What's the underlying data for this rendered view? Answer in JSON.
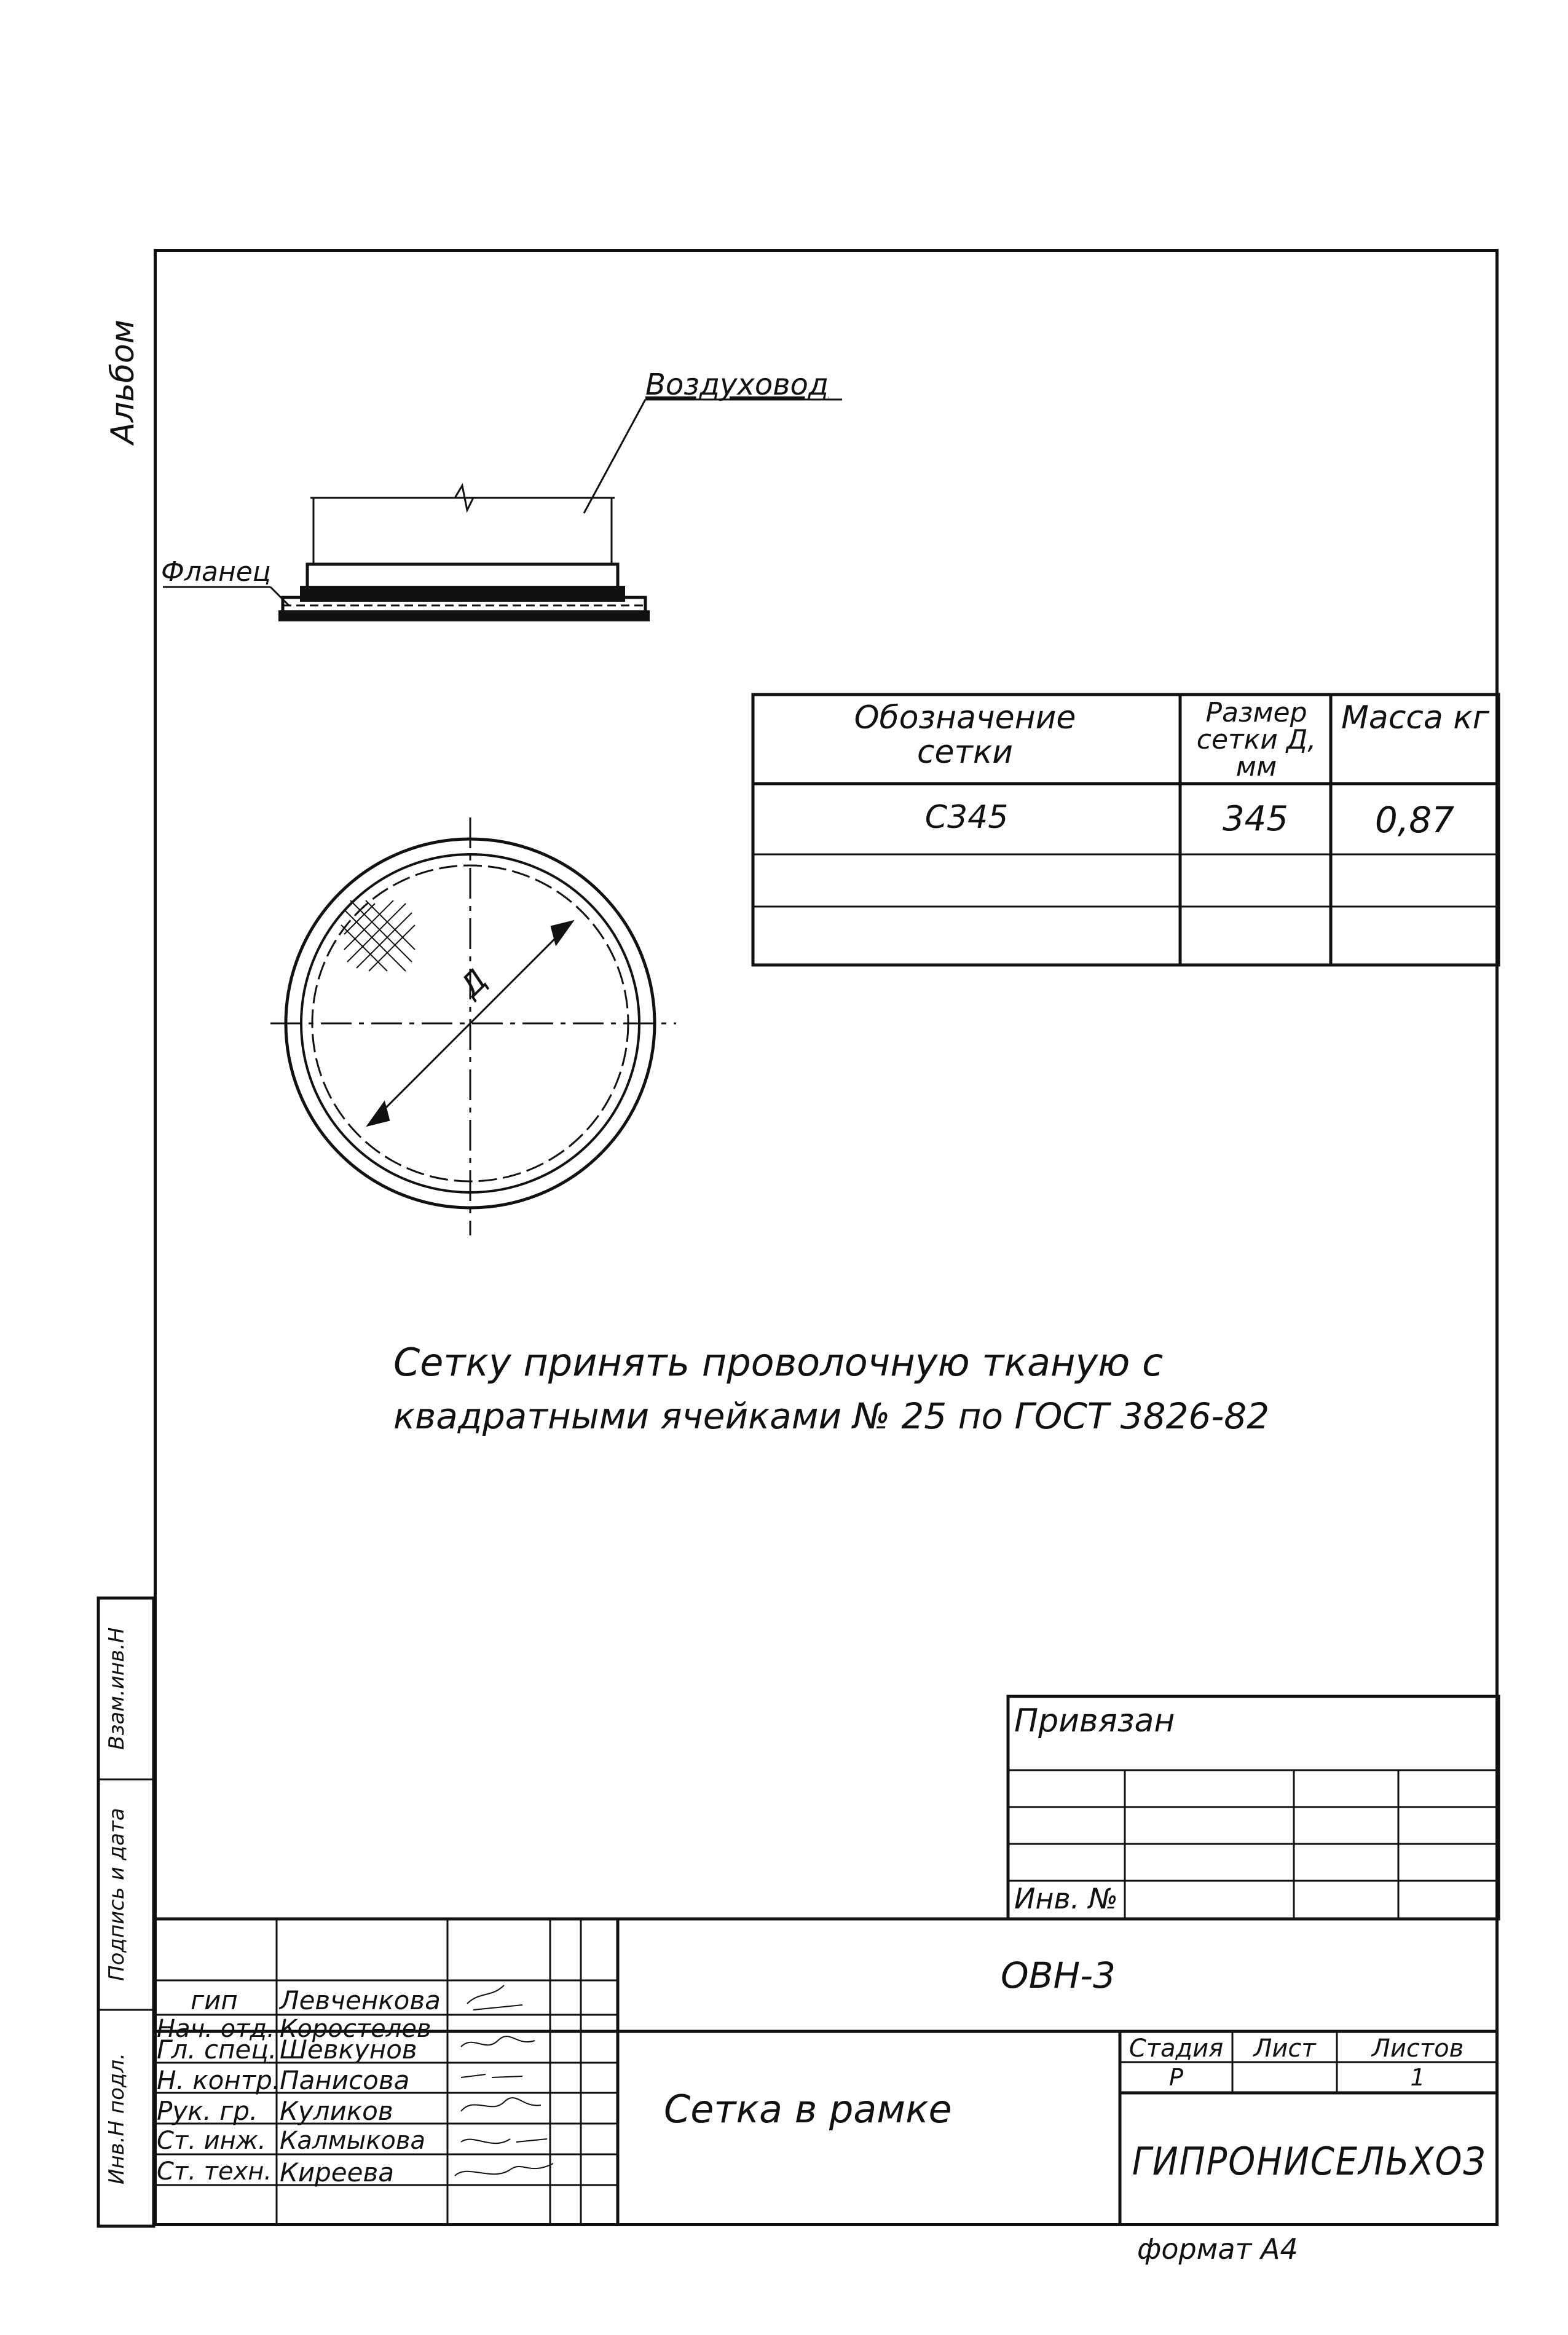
{
  "album_label": "Альбом",
  "drawing": {
    "duct_label": "Воздуховод",
    "flange_label": "Фланец",
    "diameter_mark": "Д"
  },
  "spec_table": {
    "headers": {
      "designation": "Обозначение сетки",
      "size": "Размер сетки Д, мм",
      "mass": "Масса кг"
    },
    "rows": [
      {
        "designation": "С345",
        "size": "345",
        "mass": "0,87"
      },
      {
        "designation": "",
        "size": "",
        "mass": ""
      },
      {
        "designation": "",
        "size": "",
        "mass": ""
      }
    ]
  },
  "note": {
    "line1": "Сетку принять проволочную тканую с",
    "line2": "квадратными ячейками № 25 по ГОСТ 3826-82"
  },
  "privyazan": {
    "title": "Привязан",
    "inv": "Инв. №"
  },
  "left_strip": {
    "vzam": "Взам.инв.Н",
    "podpis": "Подпись и дата",
    "inv_podl": "Инв.Н подл."
  },
  "stamp": {
    "doc_code": "ОВН-3",
    "title": "Сетка в рамке",
    "stage_label": "Стадия",
    "sheet_label": "Лист",
    "sheets_label": "Листов",
    "stage": "Р",
    "sheet": "",
    "sheets": "1",
    "org": "ГИПРОНИСЕЛЬХОЗ",
    "format": "формат А4",
    "people": [
      {
        "role": "гип",
        "name": "Левченкова"
      },
      {
        "role": "Нач. отд.",
        "name": "Коростелев"
      },
      {
        "role": "Гл. спец.",
        "name": "Шевкунов"
      },
      {
        "role": "Н. контр.",
        "name": "Панисова"
      },
      {
        "role": "Рук. гр.",
        "name": "Куликов"
      },
      {
        "role": "Ст. инж.",
        "name": "Калмыкова"
      },
      {
        "role": "Ст. техн.",
        "name": "Киреева"
      }
    ]
  },
  "colors": {
    "ink": "#111111",
    "paper": "#ffffff"
  }
}
